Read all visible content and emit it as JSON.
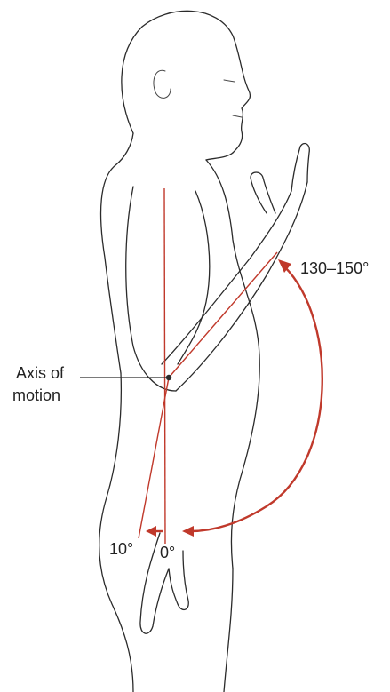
{
  "labels": {
    "axis_line1": "Axis of",
    "axis_line2": "motion",
    "range_flexion": "130–150°",
    "range_neutral": "0°",
    "range_extension": "10°"
  },
  "colors": {
    "accent": "#c0392b",
    "outline": "#2b2b2b",
    "background": "#ffffff"
  }
}
